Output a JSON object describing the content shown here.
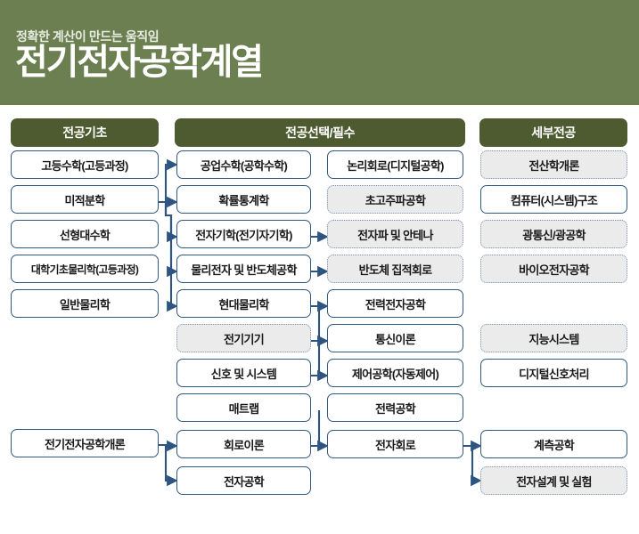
{
  "banner": {
    "subtitle": "정확한 계산이 만드는 움직임",
    "title": "전기전자공학계열",
    "bg_color": "#6b7f51"
  },
  "colors": {
    "header_pill": "#4e5b31",
    "box_border": "#31587e",
    "box_fill": "#ffffff",
    "dashed_fill": "#ebebeb",
    "dashed_border": "#7791ad",
    "connector": "#2e5480"
  },
  "columns": [
    {
      "id": "major-basics",
      "label": "전공기초"
    },
    {
      "id": "major-elective",
      "label": "전공선택/필수"
    },
    {
      "id": "major-detail",
      "label": "세부전공"
    }
  ],
  "column_basics": {
    "items": [
      {
        "label": "고등수학(고등과정)",
        "style": "solid"
      },
      {
        "label": "미적분학",
        "style": "solid"
      },
      {
        "label": "선형대수학",
        "style": "solid"
      },
      {
        "label": "대학기초물리학(고등과정)",
        "style": "solid"
      },
      {
        "label": "일반물리학",
        "style": "solid"
      },
      {
        "label": "전기전자공학개론",
        "style": "solid"
      }
    ]
  },
  "column_elective_left": {
    "items": [
      {
        "label": "공업수학(공학수학)",
        "style": "solid"
      },
      {
        "label": "확률통계학",
        "style": "solid"
      },
      {
        "label": "전자기학(전기자기학)",
        "style": "solid"
      },
      {
        "label": "물리전자 및 반도체공학",
        "style": "solid"
      },
      {
        "label": "현대물리학",
        "style": "solid"
      },
      {
        "label": "전기기기",
        "style": "dashed"
      },
      {
        "label": "신호 및 시스템",
        "style": "solid"
      },
      {
        "label": "매트랩",
        "style": "solid"
      },
      {
        "label": "회로이론",
        "style": "solid"
      },
      {
        "label": "전자공학",
        "style": "solid"
      }
    ]
  },
  "column_elective_right": {
    "items": [
      {
        "label": "논리회로(디지털공학)",
        "style": "solid"
      },
      {
        "label": "초고주파공학",
        "style": "dashed"
      },
      {
        "label": "전자파 및 안테나",
        "style": "dashed"
      },
      {
        "label": "반도체 집적회로",
        "style": "dashed"
      },
      {
        "label": "전력전자공학",
        "style": "solid"
      },
      {
        "label": "통신이론",
        "style": "solid"
      },
      {
        "label": "제어공학(자동제어)",
        "style": "solid"
      },
      {
        "label": "전력공학",
        "style": "solid"
      },
      {
        "label": "전자회로",
        "style": "solid"
      }
    ]
  },
  "column_detail": {
    "items": [
      {
        "label": "전산학개론",
        "style": "dashed"
      },
      {
        "label": "컴퓨터(시스템)구조",
        "style": "solid"
      },
      {
        "label": "광통신/광공학",
        "style": "dashed"
      },
      {
        "label": "바이오전자공학",
        "style": "dashed"
      },
      {
        "label": "지능시스템",
        "style": "dashed"
      },
      {
        "label": "디지털신호처리",
        "style": "solid"
      },
      {
        "label": "계측공학",
        "style": "solid"
      },
      {
        "label": "전자설계 및 실험",
        "style": "dashed"
      }
    ]
  }
}
